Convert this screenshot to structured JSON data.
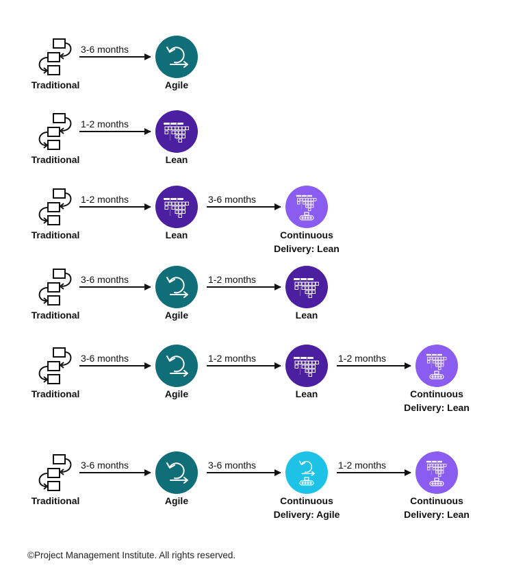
{
  "colors": {
    "agile": "#0f6e78",
    "lean": "#4b1fa0",
    "cd_lean": "#8a5cf0",
    "cd_agile": "#1ec2e6",
    "line": "#111111"
  },
  "icons": {
    "traditional": "waterfall-icon",
    "agile": "agile-cycle-icon",
    "lean": "kanban-board-icon",
    "cd_lean": "kanban-conveyor-icon",
    "cd_agile": "agile-conveyor-icon"
  },
  "paths": [
    {
      "nodes": [
        {
          "kind": "traditional",
          "label": [
            "Traditional"
          ]
        },
        {
          "kind": "agile",
          "label": [
            "Agile"
          ]
        }
      ],
      "transitions": [
        "3-6 months"
      ]
    },
    {
      "nodes": [
        {
          "kind": "traditional",
          "label": [
            "Traditional"
          ]
        },
        {
          "kind": "lean",
          "label": [
            "Lean"
          ]
        }
      ],
      "transitions": [
        "1-2 months"
      ]
    },
    {
      "nodes": [
        {
          "kind": "traditional",
          "label": [
            "Traditional"
          ]
        },
        {
          "kind": "lean",
          "label": [
            "Lean"
          ]
        },
        {
          "kind": "cd_lean",
          "label": [
            "Continuous",
            "Delivery: Lean"
          ]
        }
      ],
      "transitions": [
        "1-2 months",
        "3-6 months"
      ]
    },
    {
      "nodes": [
        {
          "kind": "traditional",
          "label": [
            "Traditional"
          ]
        },
        {
          "kind": "agile",
          "label": [
            "Agile"
          ]
        },
        {
          "kind": "lean",
          "label": [
            "Lean"
          ]
        }
      ],
      "transitions": [
        "3-6 months",
        "1-2 months"
      ]
    },
    {
      "nodes": [
        {
          "kind": "traditional",
          "label": [
            "Traditional"
          ]
        },
        {
          "kind": "agile",
          "label": [
            "Agile"
          ]
        },
        {
          "kind": "lean",
          "label": [
            "Lean"
          ]
        },
        {
          "kind": "cd_lean",
          "label": [
            "Continuous",
            "Delivery: Lean"
          ]
        }
      ],
      "transitions": [
        "3-6 months",
        "1-2 months",
        "1-2 months"
      ]
    },
    {
      "nodes": [
        {
          "kind": "traditional",
          "label": [
            "Traditional"
          ]
        },
        {
          "kind": "agile",
          "label": [
            "Agile"
          ]
        },
        {
          "kind": "cd_agile",
          "label": [
            "Continuous",
            "Delivery: Agile"
          ]
        },
        {
          "kind": "cd_lean",
          "label": [
            "Continuous",
            "Delivery: Lean"
          ]
        }
      ],
      "transitions": [
        "3-6 months",
        "3-6 months",
        "1-2 months"
      ]
    }
  ],
  "footer": {
    "copyright": "©Project Management Institute. All rights reserved."
  }
}
